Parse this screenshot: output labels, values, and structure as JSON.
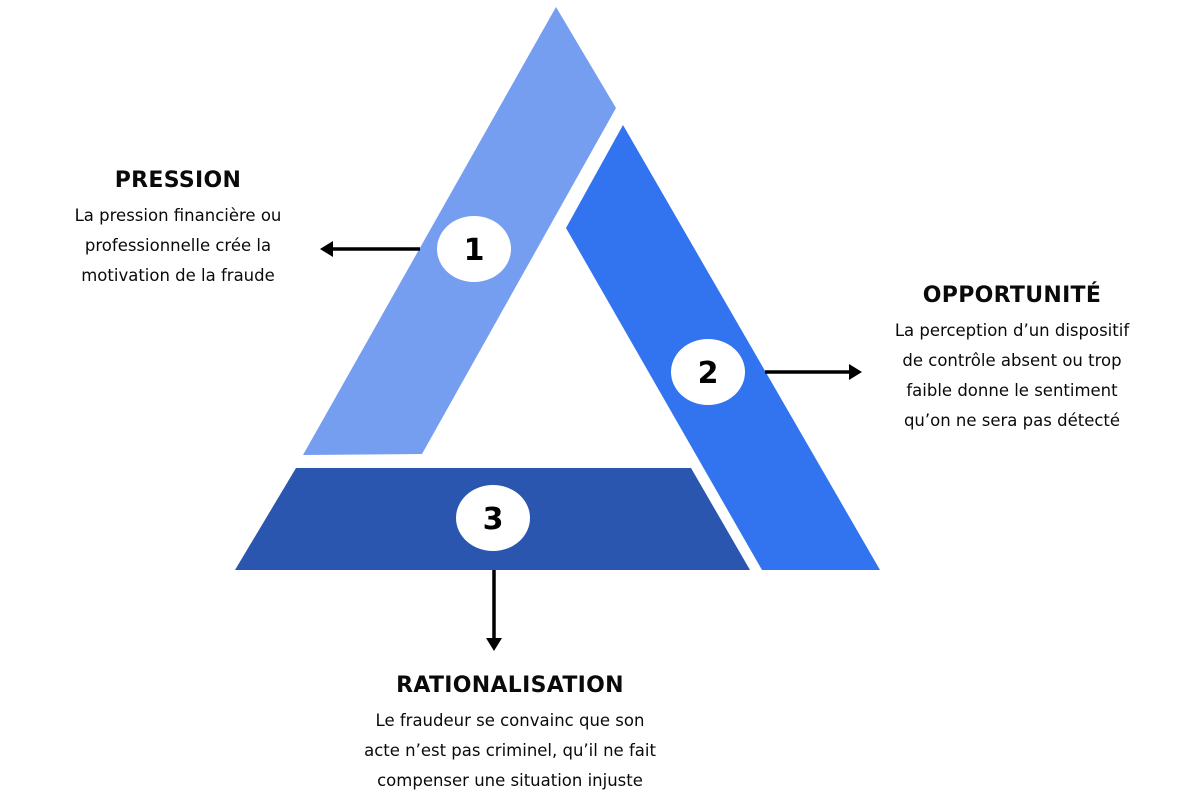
{
  "colors": {
    "pression": "#769ef0",
    "opportunite": "#3273ef",
    "rationalisation": "#2a56b0",
    "circle": "#ffffff",
    "arrow": "#000000"
  },
  "segments": [
    {
      "number": "1",
      "title": "PRESSION",
      "desc_lines": [
        "La pression financière ou",
        "professionnelle crée la",
        "motivation de la fraude"
      ]
    },
    {
      "number": "2",
      "title": "OPPORTUNITÉ",
      "desc_lines": [
        "La perception d’un dispositif",
        "de contrôle absent ou trop",
        "faible donne le sentiment",
        "qu’on ne sera pas détecté"
      ]
    },
    {
      "number": "3",
      "title": "RATIONALISATION",
      "desc_lines": [
        "Le fraudeur se convainc que son",
        "acte n’est pas criminel, qu’il ne fait",
        "compenser une situation injuste"
      ]
    }
  ]
}
